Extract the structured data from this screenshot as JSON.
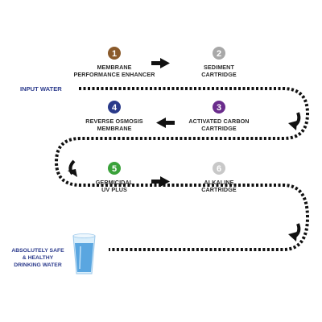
{
  "input_label": "INPUT WATER",
  "output_label": [
    "ABSOLUTELY SAFE",
    "& HEALTHY",
    "DRINKING WATER"
  ],
  "stages": [
    {
      "number": "1",
      "color": "#8a5a2b",
      "lines": [
        "MEMBRANE",
        "PERFORMANCE ENHANCER"
      ]
    },
    {
      "number": "2",
      "color": "#a8a8a8",
      "lines": [
        "SEDIMENT",
        "CARTRIDGE"
      ]
    },
    {
      "number": "3",
      "color": "#6a2c8c",
      "lines": [
        "ACTIVATED CARBON",
        "CARTRIDGE"
      ]
    },
    {
      "number": "4",
      "color": "#2a3a8a",
      "lines": [
        "REVERSE OSMOSIS",
        "MEMBRANE"
      ]
    },
    {
      "number": "5",
      "color": "#3aa23a",
      "lines": [
        "GERMICIDAL",
        "UV PLUS"
      ]
    },
    {
      "number": "6",
      "color": "#c8c8c8",
      "lines": [
        "ALKALINE",
        "CARTRIDGE"
      ]
    }
  ],
  "colors": {
    "path": "#111111",
    "input_text": "#2b3a8c",
    "glass": "#5aa6e0"
  },
  "icons": {
    "flow_arrow": "right-arrow-icon / left-arrow-icon",
    "turn_arrow": "u-turn-arrow-icon",
    "output": "water-glass-icon"
  }
}
